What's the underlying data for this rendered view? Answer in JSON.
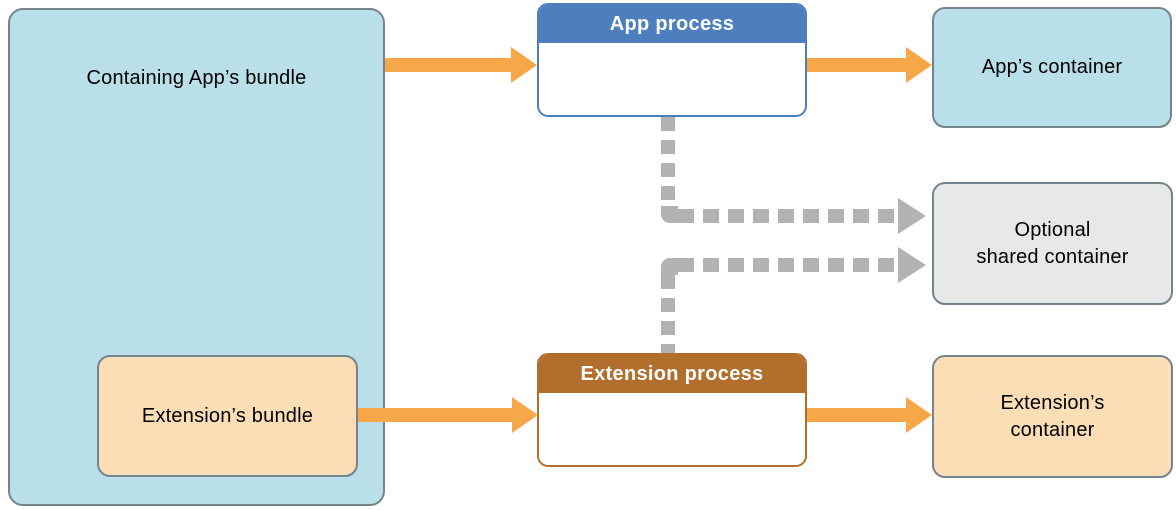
{
  "diagram": {
    "nodes": {
      "containing_bundle": {
        "label": "Containing App’s bundle"
      },
      "extension_bundle": {
        "label": "Extension’s bundle"
      },
      "app_process": {
        "header": "App process"
      },
      "extension_process": {
        "header": "Extension process"
      },
      "app_container": {
        "label": "App’s container"
      },
      "shared_container": {
        "label": "Optional\nshared container"
      },
      "extension_container": {
        "label": "Extension’s\ncontainer"
      }
    },
    "colors": {
      "bundle_fill": "#B9DFE9",
      "peach_fill": "#FBDDB6",
      "shared_fill": "#E7E9E9",
      "app_process_accent": "#4D7EBE",
      "extension_process_accent": "#B26E2C",
      "solid_arrow": "#F6A848",
      "dashed_arrow": "#B3B3B3",
      "box_border": "#75848C"
    }
  }
}
